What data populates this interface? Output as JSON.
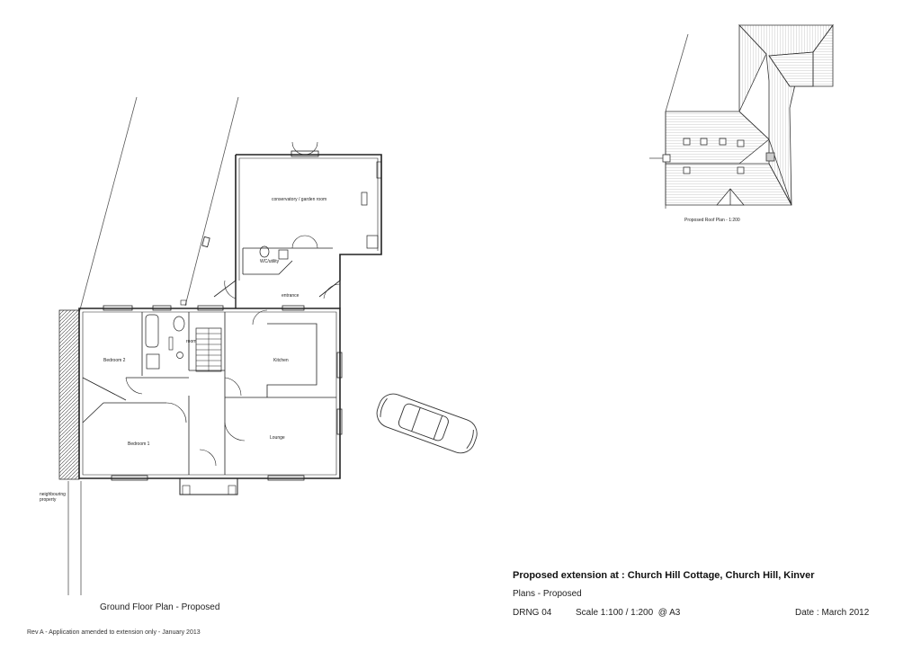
{
  "rooms": {
    "conservatory": "conservatory / garden room",
    "wc_utility": "WC/utility",
    "entrance": "entrance",
    "bedroom2": "Bedroom 2",
    "bathroom": "room",
    "kitchen": "Kitchen",
    "bedroom1": "Bedroom 1",
    "lounge": "Lounge"
  },
  "labels": {
    "neighbouring_property": "neighbouring\nproperty",
    "roof_plan_caption": "Proposed Roof Plan - 1:200",
    "ground_floor_caption": "Ground Floor Plan - Proposed"
  },
  "title_block": {
    "project": "Proposed extension at : Church Hill Cottage, Church Hill, Kinver",
    "sheet": "Plans - Proposed",
    "drawing_no": "DRNG 04",
    "scale": "Scale 1:100 / 1:200  @ A3",
    "date": "Date : March 2012"
  },
  "revision_note": "Rev A - Application amended to extension only - January 2013"
}
